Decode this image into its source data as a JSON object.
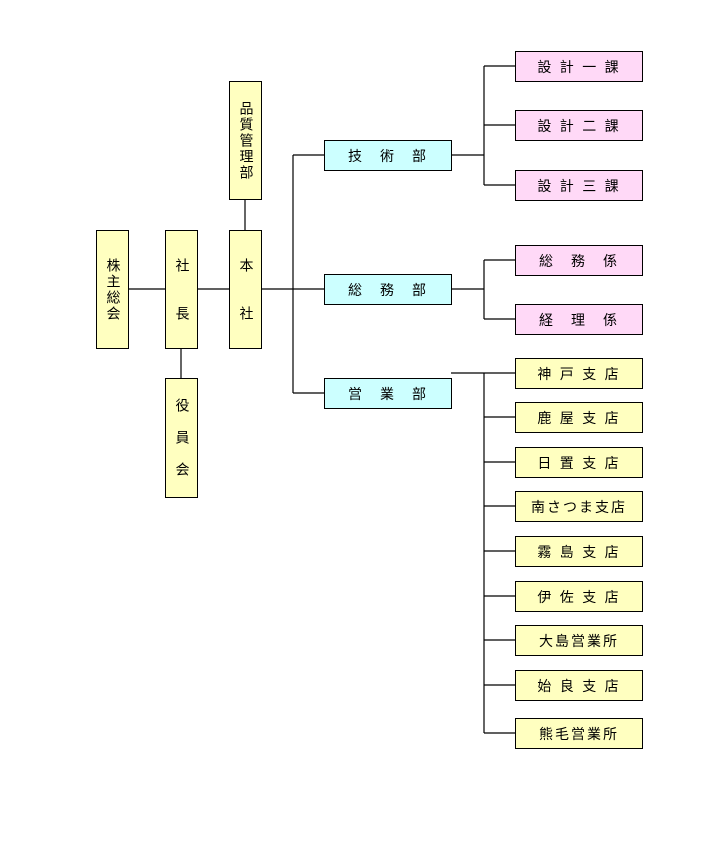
{
  "org": {
    "shareholders": "株主総会",
    "president": "社　　長",
    "board": "役　員　会",
    "hq": "本　　社",
    "qa": "品質管理部",
    "departments": {
      "tech": "技　術　部",
      "general": "総　務　部",
      "sales": "営　業　部"
    },
    "tech_units": [
      "設 計 一 課",
      "設 計 二 課",
      "設 計 三 課"
    ],
    "general_units": [
      "総　務　係",
      "経　理　係"
    ],
    "sales_units": [
      "神 戸 支 店",
      "鹿 屋 支 店",
      "日 置 支 店",
      "南さつま支店",
      "霧 島 支 店",
      "伊 佐 支 店",
      "大島営業所",
      "始 良 支 店",
      "熊毛営業所"
    ]
  },
  "colors": {
    "top": "#ffffc0",
    "department": "#ccffff",
    "section": "#ffd9f7",
    "branch": "#ffffc0",
    "line": "#000000"
  }
}
